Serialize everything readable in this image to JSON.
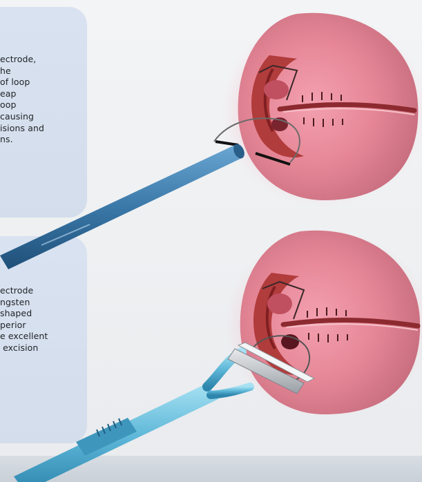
{
  "panels": {
    "top": {
      "text": "ectrode,\nhe\nof loop\neap\noop\ncausing\nisions and\nns."
    },
    "bottom": {
      "text": "ectrode\nngsten\nshaped\nperior\ne excellent\n excision"
    }
  },
  "illustrations": [
    {
      "subject": "thin-wire-loop-electrode-on-cervix"
    },
    {
      "subject": "tungsten-loop-electrode-on-cervix"
    }
  ],
  "colors": {
    "panel": "#d9e2f0",
    "tissue": "#e38a98",
    "tissue_dark": "#b13c3c",
    "probe_top": "#3a78a8",
    "probe_bottom": "#5db7d8"
  }
}
